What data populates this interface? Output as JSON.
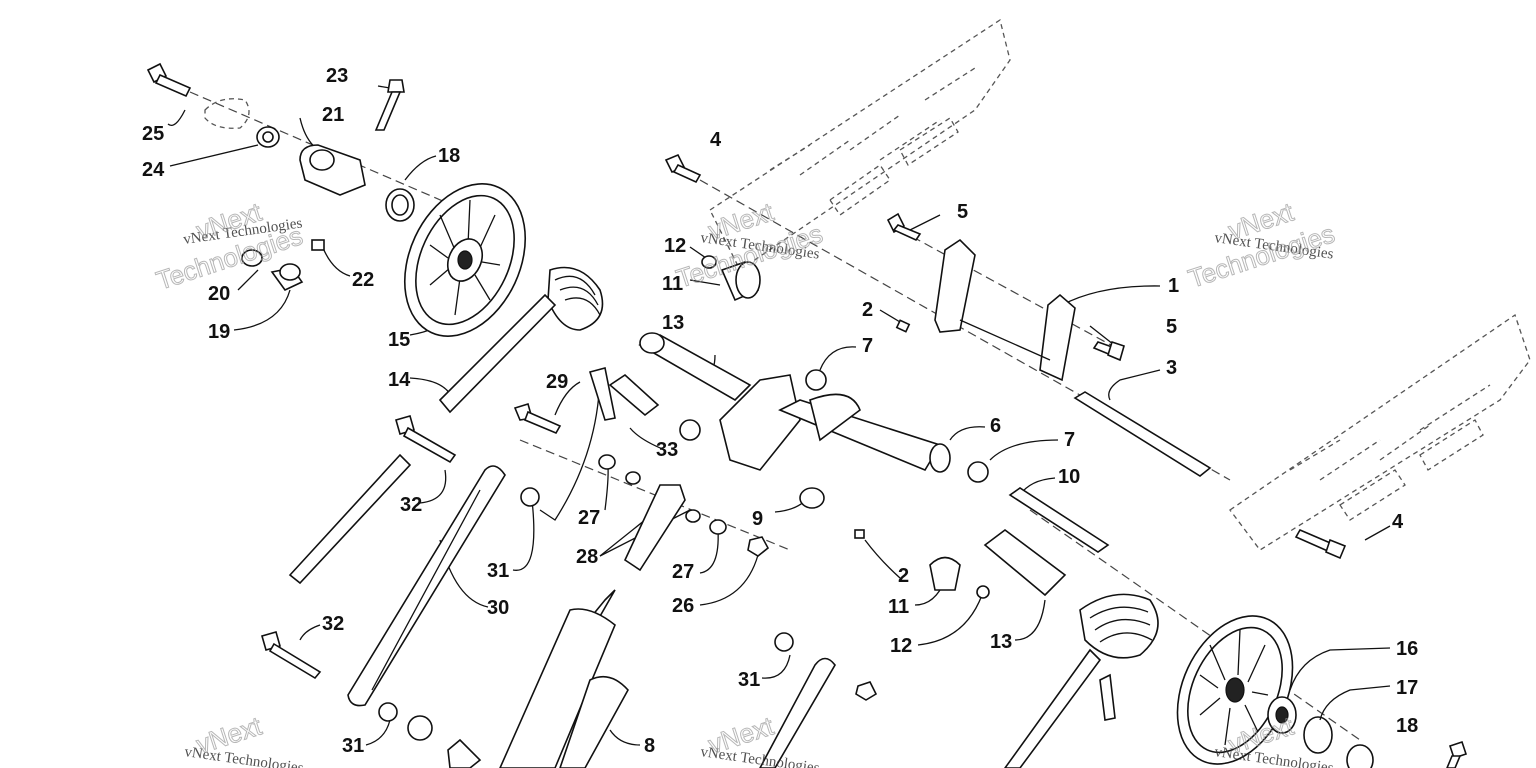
{
  "watermark": {
    "small_text": "vNext Technologies",
    "big_text_top": "vNext",
    "big_text_bottom": "Technologies"
  },
  "callouts": [
    "1",
    "2",
    "2",
    "3",
    "4",
    "4",
    "5",
    "5",
    "6",
    "7",
    "7",
    "8",
    "9",
    "10",
    "11",
    "11",
    "12",
    "12",
    "13",
    "13",
    "14",
    "15",
    "16",
    "17",
    "18",
    "18",
    "19",
    "20",
    "21",
    "22",
    "23",
    "24",
    "25",
    "26",
    "27",
    "27",
    "28",
    "29",
    "30",
    "31",
    "31",
    "31",
    "32",
    "32",
    "33"
  ]
}
